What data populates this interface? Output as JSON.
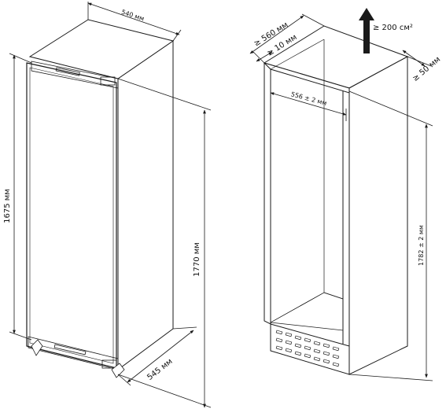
{
  "left_drawing": {
    "width_label": "540 мм",
    "door_height_label": "1675 мм",
    "total_height_label": "1770 мм",
    "depth_label": "545 мм"
  },
  "right_drawing": {
    "depth_label": "≥ 560 мм",
    "gap_label": "≥ 10 мм",
    "vent_area_label": "≥ 200 см²",
    "rear_gap_label": "≥ 50 мм",
    "niche_width_label": "556 ± 2 мм",
    "niche_height_label": "1782 ± 2 мм"
  },
  "colors": {
    "line": "#1a1a1a",
    "niche_fill": "#ffffff"
  }
}
